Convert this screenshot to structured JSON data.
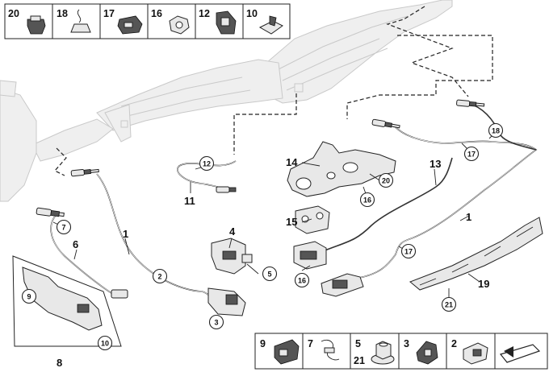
{
  "top_legend": [
    {
      "number": "20",
      "part": "grommet-clip-icon"
    },
    {
      "number": "18",
      "part": "wire-clip-icon"
    },
    {
      "number": "17",
      "part": "cable-holder-icon"
    },
    {
      "number": "16",
      "part": "hex-nut-icon"
    },
    {
      "number": "12",
      "part": "cable-clip-icon"
    },
    {
      "number": "10",
      "part": "rivet-clip-icon"
    }
  ],
  "bottom_legend": [
    {
      "number": "9",
      "part": "sensor-plug-icon"
    },
    {
      "number": "7",
      "part": "spring-clip-icon"
    },
    {
      "number": "5",
      "number2": "21",
      "part": "collar-nut-icon"
    },
    {
      "number": "3",
      "part": "clamp-clip-icon"
    },
    {
      "number": "2",
      "part": "wire-retainer-icon"
    }
  ],
  "callouts": {
    "c1a": "1",
    "c1b": "1",
    "c4": "4",
    "c6": "6",
    "c8": "8",
    "c11": "11",
    "c13": "13",
    "c14": "14",
    "c15": "15",
    "c19": "19"
  },
  "circled": {
    "c2": "2",
    "c3": "3",
    "c5": "5",
    "c7": "7",
    "c9": "9",
    "c10": "10",
    "c12": "12",
    "c16a": "16",
    "c16b": "16",
    "c17a": "17",
    "c17b": "17",
    "c18": "18",
    "c20": "20",
    "c21": "21"
  },
  "colors": {
    "line": "#222222",
    "part_fill": "#e8e8e8",
    "exhaust": "#efefef",
    "background": "#ffffff"
  }
}
